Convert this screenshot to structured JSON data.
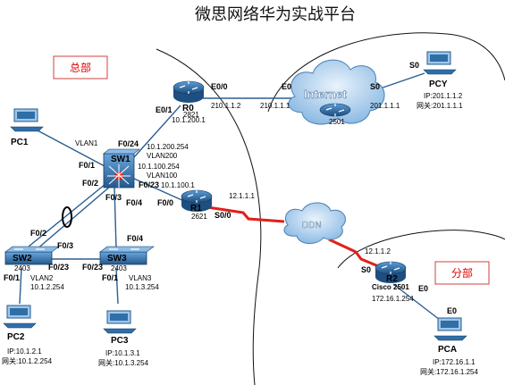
{
  "title": "微思网络华为实战平台",
  "areas": {
    "hq": "总部",
    "branch": "分部"
  },
  "devices": {
    "pc1": "PC1",
    "pc2": "PC2",
    "pc3": "PC3",
    "pcy": "PCY",
    "pca": "PCA",
    "sw1": "SW1",
    "sw2": "SW2",
    "sw3": "SW3",
    "sw2_model": "2403",
    "sw3_model": "2403",
    "r0": "R0",
    "r0_model": "2821",
    "r1": "R1",
    "r1_model": "2621",
    "r2": "R2",
    "r2_model": "Cisco 2501",
    "isp_model": "2501",
    "internet": "Internet",
    "ddn": "DDN"
  },
  "ports": {
    "r0_e00": "E0/0",
    "r0_e01": "E0/1",
    "inet_e0": "E0",
    "inet_s0": "S0",
    "pcy_s0": "S0",
    "sw1_f024": "F0/24",
    "sw1_f01": "F0/1",
    "sw1_f02": "F0/2",
    "sw1_f03": "F0/3",
    "sw1_f04": "F0/4",
    "sw1_f023": "F0/23",
    "r1_f00": "F0/0",
    "r1_s00": "S0/0",
    "sw2_f02": "F0/2",
    "sw2_f03": "F0/3",
    "sw2_f023": "F0/23",
    "sw2_f01": "F0/1",
    "sw3_f04": "F0/4",
    "sw3_f023": "F0/23",
    "sw3_f01": "F0/1",
    "r2_s0": "S0",
    "r2_e0": "E0",
    "pca_e0": "E0"
  },
  "addresses": {
    "r0_e00": "210.1.1.2",
    "inet_e0": "210.1.1.1",
    "inet_s0": "201.1.1.1",
    "r0_e01": "10.1.200.1",
    "sw1_vlan200": "10.1.200.254",
    "vlan200": "VLAN200",
    "sw1_vlan100": "10.1.100.254",
    "vlan100": "VLAN100",
    "r1_f00": "10.1.100.1",
    "vlan1": "VLAN1",
    "r1_s00": "12.1.1.1",
    "r2_s0": "12.1.1.2",
    "r2_e0": "172.16.1.254",
    "vlan2": "VLAN2",
    "sw2_vlan2": "10.1.2.254",
    "vlan3": "VLAN3",
    "sw3_vlan3": "10.1.3.254",
    "pcy_ip": "IP:201.1.1.2",
    "pcy_gw": "网关:201.1.1.1",
    "pc2_ip": "IP:10.1.2.1",
    "pc2_gw": "网关:10.1.2.254",
    "pc3_ip": "IP:10.1.3.1",
    "pc3_gw": "网关:10.1.3.254",
    "pca_ip": "IP:172.16.1.1",
    "pca_gw": "网关:172.16.1.254"
  },
  "colors": {
    "device_blue": "#2f6fa8",
    "serial_red": "#e0201c",
    "area_red": "#e00000",
    "cloud": "#6aa6d8"
  }
}
